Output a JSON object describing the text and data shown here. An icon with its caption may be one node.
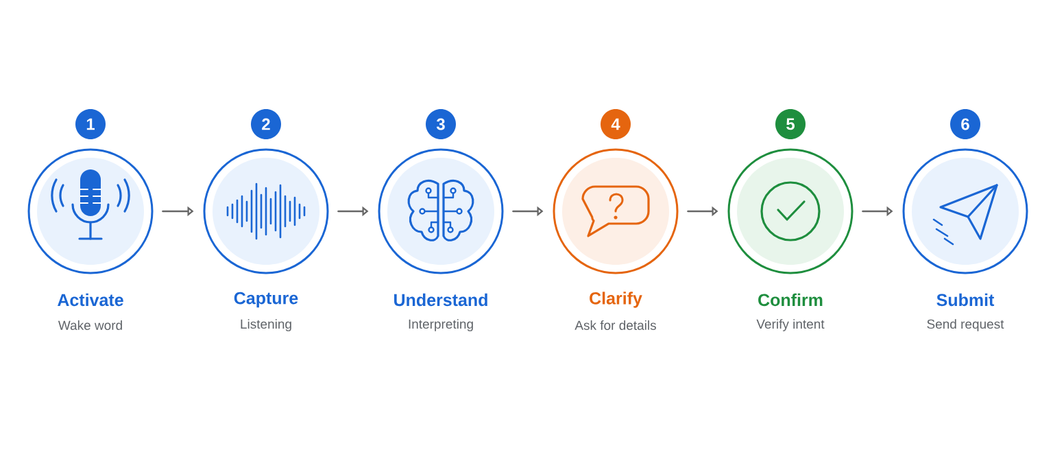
{
  "diagram": {
    "nodes": [
      {
        "text": [
          "1",
          "Activate",
          "Wake word"
        ]
      },
      {
        "text": [
          "2",
          "Capture",
          "Listening"
        ]
      },
      {
        "text": [
          "3",
          "Understand",
          "Interpreting"
        ]
      },
      {
        "text": [
          "4",
          "Clarify",
          "Ask for details"
        ]
      },
      {
        "text": [
          "5",
          "Confirm",
          "Verify intent"
        ]
      },
      {
        "text": [
          "6",
          "Submit",
          "Send request"
        ]
      }
    ],
    "edges": [
      {
        "from": 0,
        "to": 1,
        "arrow": "to"
      },
      {
        "from": 1,
        "to": 2,
        "arrow": "to"
      },
      {
        "from": 2,
        "to": 3,
        "arrow": "to"
      },
      {
        "from": 3,
        "to": 4,
        "arrow": "to"
      },
      {
        "from": 4,
        "to": 5,
        "arrow": "to"
      }
    ]
  }
}
